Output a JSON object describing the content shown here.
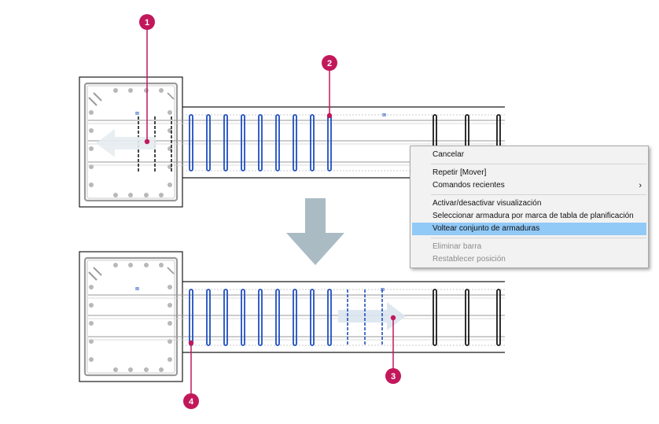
{
  "colors": {
    "callout": "#c2185b",
    "rebar_blue": "#1f4fbf",
    "rebar_black": "#1a1a1a",
    "arrow_gray": "#aabbc4",
    "menu_highlight": "#91c9f7"
  },
  "callouts": [
    {
      "label": "1",
      "description_icon": "callout-marker"
    },
    {
      "label": "2",
      "description_icon": "callout-marker"
    },
    {
      "label": "3",
      "description_icon": "callout-marker"
    },
    {
      "label": "4",
      "description_icon": "callout-marker"
    }
  ],
  "context_menu": {
    "items": [
      {
        "label": "Cancelar",
        "state": "normal"
      },
      {
        "separator": true
      },
      {
        "label": "Repetir [Mover]",
        "state": "normal"
      },
      {
        "label": "Comandos recientes",
        "state": "normal",
        "submenu": true,
        "submenu_icon": "chevron-right-icon"
      },
      {
        "separator": true
      },
      {
        "label": "Activar/desactivar visualización",
        "state": "normal"
      },
      {
        "label": "Seleccionar armadura por marca de tabla de planificación",
        "state": "normal"
      },
      {
        "label": "Voltear conjunto de armaduras",
        "state": "highlighted"
      },
      {
        "separator": true
      },
      {
        "label": "Eliminar barra",
        "state": "disabled"
      },
      {
        "label": "Restablecer posición",
        "state": "disabled"
      }
    ]
  }
}
